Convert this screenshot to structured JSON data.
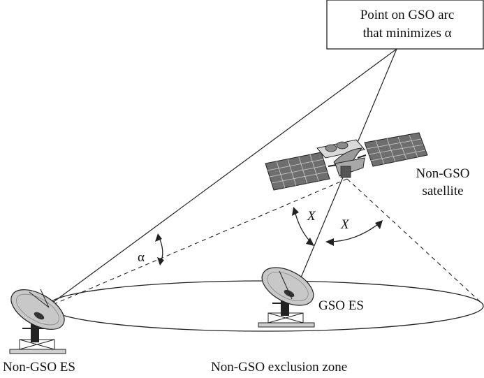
{
  "callout": {
    "line1": "Point on GSO arc",
    "line2": "that minimizes α"
  },
  "satellite": {
    "line1": "Non-GSO",
    "line2": "satellite"
  },
  "angles": {
    "alpha": "α",
    "x_left": "X",
    "x_right": "X"
  },
  "stations": {
    "gso_es": "GSO ES",
    "non_gso_es": "Non-GSO ES",
    "exclusion_zone": "Non-GSO exclusion zone"
  }
}
